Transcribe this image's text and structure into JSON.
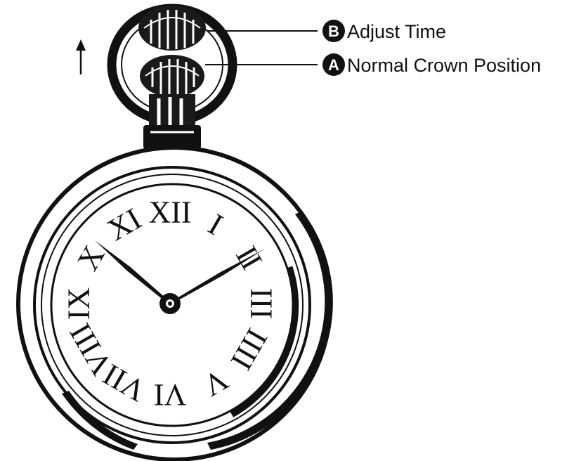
{
  "callouts": [
    {
      "letter": "B",
      "label": "Adjust Time"
    },
    {
      "letter": "A",
      "label": "Normal Crown Position"
    }
  ],
  "arrow_icon": "up-arrow-icon",
  "dial": {
    "numerals": [
      "XII",
      "I",
      "II",
      "III",
      "IIII",
      "V",
      "VI",
      "VII",
      "VIII",
      "IX",
      "X",
      "XI"
    ],
    "hands": {
      "hour": 10,
      "minute": 10
    }
  },
  "colors": {
    "ink": "#111111",
    "paper": "#ffffff"
  }
}
